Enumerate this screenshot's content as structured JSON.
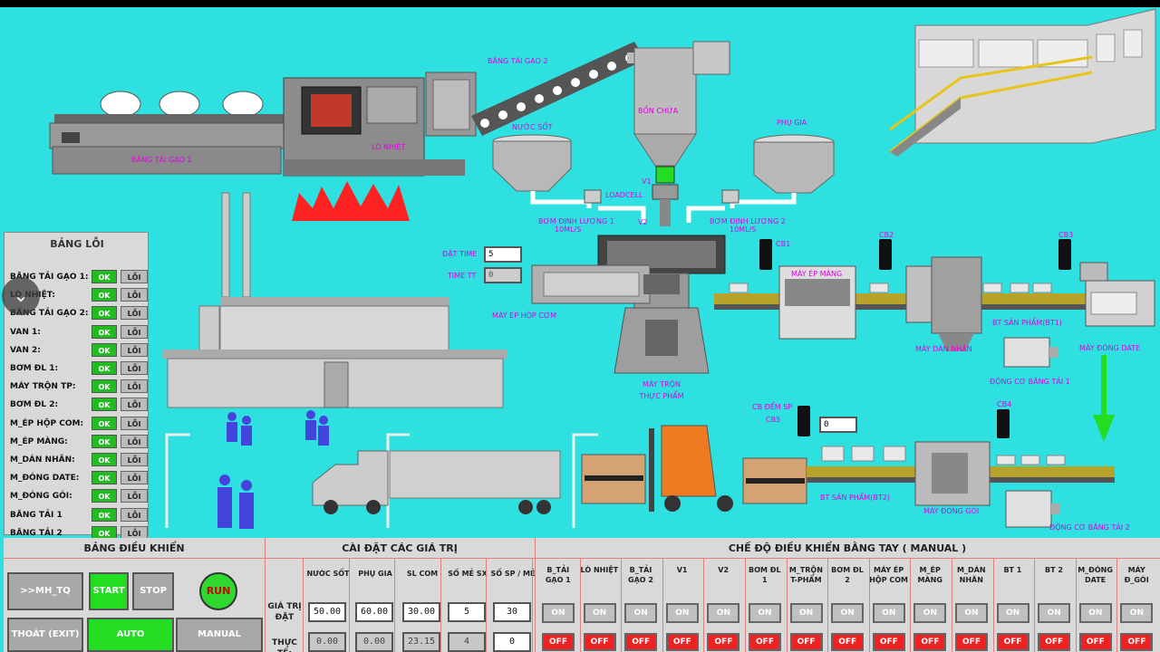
{
  "scene_labels": {
    "bang_tai_gao_1": "BĂNG TẢI GẠO 1",
    "lo_nhiet": "LÒ NHIỆT",
    "bang_tai_gao_2": "BĂNG TẢI GẠO 2",
    "bon_chua": "BỒN CHỨA",
    "nuoc_sot": "NƯỚC SỐT",
    "phu_gia": "PHỤ GIA",
    "v1": "V1",
    "loadcell": "LOADCELL",
    "v2": "V2",
    "bom_dl1": "BƠM ĐỊNH LƯỢNG 1",
    "bom_dl1_rate": "10ML/S",
    "bom_dl2": "BƠM ĐỊNH LƯỢNG 2",
    "bom_dl2_rate": "10ML/S",
    "dat_time": "ĐẶT TIME",
    "time_tt": "TIME TT",
    "may_ep_hop_com": "MÁY ÉP HỘP CƠM",
    "may_tron_line1": "MÁY TRỘN",
    "may_tron_line2": "THỰC PHẨM",
    "cb1": "CB1",
    "cb2": "CB2",
    "cb3": "CB3",
    "cb4": "CB4",
    "may_ep_mang": "MÁY ÉP MÀNG",
    "may_dan_nhan": "MÁY DÁN NHÃN",
    "bt_san_pham_1": "BT SẢN PHẨM(BT1)",
    "may_dong_date": "MÁY ĐÓNG DATE",
    "dong_co_bt1": "ĐỘNG CƠ BĂNG TẢI 1",
    "cb_dem_sp": "CB ĐẾM SP",
    "cb5": "CB5",
    "bt_san_pham_2": "BT SẢN PHẨM(BT2)",
    "may_dong_goi": "MÁY ĐÓNG GÓI",
    "dong_co_bt2": "ĐỘNG CƠ BĂNG TẢI 2"
  },
  "scene_values": {
    "dat_time": "5",
    "time_tt": "0",
    "product_count": "0"
  },
  "colors": {
    "background": "#2ee0e0",
    "label": "#e000e0",
    "ok_green": "#22bb22",
    "off_red": "#ee2222"
  },
  "error_panel": {
    "title": "BẢNG LỖI",
    "ok_label": "OK",
    "loi_label": "LỖI",
    "rows": [
      "BĂNG TẢI GẠO 1:",
      "LÒ NHIỆT:",
      "BĂNG TẢI GẠO 2:",
      "VAN 1:",
      "VAN 2:",
      "BƠM ĐL 1:",
      "MÁY TRỘN TP:",
      "BƠM ĐL 2:",
      "M_ÉP HỘP COM:",
      "M_ÉP MÀNG:",
      "M_DÁN NHÃN:",
      "M_ĐÓNG DATE:",
      "M_ĐÓNG GÓI:",
      "BĂNG TẢI 1",
      "BĂNG TẢI 2"
    ]
  },
  "control_panel": {
    "title": "BẢNG ĐIỀU KHIỂN",
    "mh_tq": ">>MH_TQ",
    "start": "START",
    "stop": "STOP",
    "run": "RUN",
    "exit": "THOÁT (EXIT)",
    "auto": "AUTO",
    "manual": "MANUAL"
  },
  "settings_panel": {
    "title": "CÀI ĐẶT CÁC GIÁ TRỊ",
    "row_set": "GIÁ TRỊ ĐẶT",
    "row_actual": "THỰC TẾ:",
    "columns": [
      {
        "header": "NƯỚC SỐT",
        "set": "50.00",
        "actual": "0.00"
      },
      {
        "header": "PHỤ GIA",
        "set": "60.00",
        "actual": "0.00"
      },
      {
        "header": "SL COM",
        "set": "30.00",
        "actual": "23.15"
      },
      {
        "header": "SỐ MẺ SX",
        "set": "5",
        "actual": "4"
      },
      {
        "header": "SỐ SP / MẺ",
        "set": "30",
        "actual": "0"
      }
    ]
  },
  "manual_panel": {
    "title": "CHẾ ĐỘ ĐIỀU KHIỂN BẰNG TAY ( MANUAL )",
    "on_label": "ON",
    "off_label": "OFF",
    "columns": [
      "B_TẢI GẠO 1",
      "LÒ NHIỆT",
      "B_TẢI GẠO 2",
      "V1",
      "V2",
      "BƠM ĐL 1",
      "M_TRỘN T-PHẨM",
      "BƠM ĐL 2",
      "MÁY ÉP HỘP COM",
      "M_ÉP MÀNG",
      "M_DÁN NHÃN",
      "BT 1",
      "BT 2",
      "M_ĐÓNG DATE",
      "MÁY Đ_GÓI"
    ]
  }
}
